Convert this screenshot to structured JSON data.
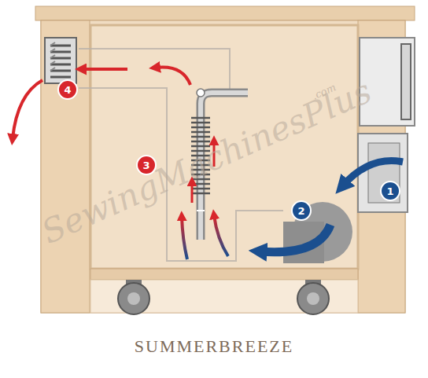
{
  "diagram": {
    "caption": "SUMMERBREEZE",
    "nodes": [
      {
        "text": [
          "1"
        ]
      },
      {
        "text": [
          "2"
        ]
      },
      {
        "text": [
          "3"
        ]
      },
      {
        "text": [
          "4"
        ]
      }
    ],
    "labels": [
      "SewingMachinesPlus",
      ".com"
    ]
  }
}
